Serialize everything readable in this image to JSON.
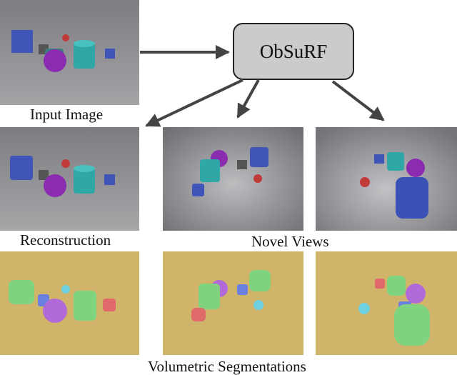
{
  "model_box": {
    "label": "ObSuRF"
  },
  "captions": {
    "input": "Input Image",
    "reconstruction": "Reconstruction",
    "novel_views": "Novel Views",
    "segmentations": "Volumetric Segmentations"
  },
  "colors": {
    "arrow": "#444444",
    "box_fill": "#cbcbcb",
    "segmentation_background": "#cfb46a",
    "segment_green": "#7fd37f",
    "segment_purple": "#b26ad9",
    "segment_blue": "#6b7fe0",
    "segment_red": "#e06a6a",
    "segment_cyan": "#6fd0e0"
  }
}
